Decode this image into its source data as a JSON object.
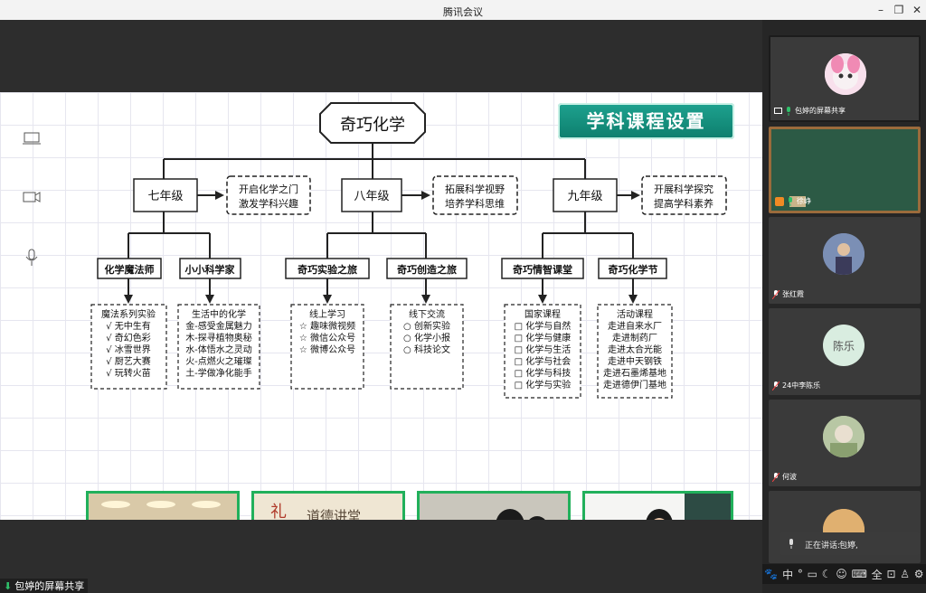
{
  "window": {
    "title": "腾讯会议"
  },
  "slide": {
    "banner": "学科课程设置",
    "root": "奇巧化学",
    "grades": [
      {
        "name": "七年级",
        "goal": [
          "开启化学之门",
          "激发学科兴趣"
        ]
      },
      {
        "name": "八年级",
        "goal": [
          "拓展科学视野",
          "培养学科思维"
        ]
      },
      {
        "name": "九年级",
        "goal": [
          "开展科学探究",
          "提高学科素养"
        ]
      }
    ],
    "courses": [
      {
        "name": "化学魔法师",
        "items": [
          "魔法系列实验",
          "√ 无中生有",
          "√ 奇幻色彩",
          "√ 冰雪世界",
          "√ 厨艺大赛",
          "√ 玩转火苗"
        ]
      },
      {
        "name": "小小科学家",
        "items": [
          "生活中的化学",
          "金-感受金属魅力",
          "木-探寻植物奥秘",
          "水-体悟水之灵动",
          "火-点燃火之璀璨",
          "土-学做净化能手"
        ]
      },
      {
        "name": "奇巧实验之旅",
        "items": [
          "线上学习",
          "☆ 趣味微视频",
          "☆ 微信公众号",
          "☆ 微博公众号"
        ]
      },
      {
        "name": "奇巧创造之旅",
        "items": [
          "线下交流",
          "○ 创新实验",
          "○ 化学小报",
          "○ 科技论文"
        ]
      },
      {
        "name": "奇巧情智课堂",
        "items": [
          "国家课程",
          "□ 化学与自然",
          "□ 化学与健康",
          "□ 化学与生活",
          "□ 化学与社会",
          "□ 化学与科技",
          "□ 化学与实验"
        ]
      },
      {
        "name": "奇巧化学节",
        "items": [
          "活动课程",
          "走进自来水厂",
          "走进制药厂",
          "走进太合光能",
          "走进中天钢铁",
          "走进石墨烯基地",
          "走进德伊门基地"
        ]
      }
    ],
    "photo2_text": {
      "left": "礼",
      "sign": "道德讲堂"
    }
  },
  "participants": [
    {
      "name": "包婷的屏幕共享",
      "type": "share"
    },
    {
      "name": "徐峥",
      "type": "host"
    },
    {
      "name": "张红霞",
      "type": "user"
    },
    {
      "name": "24中李陈乐",
      "avatar_text": "陈乐",
      "type": "user"
    },
    {
      "name": "何波",
      "type": "user"
    },
    {
      "name": "",
      "type": "user"
    }
  ],
  "speaking": {
    "label": "正在讲话:",
    "name": "包婷,"
  },
  "share_label": "包婷的屏幕共享",
  "colors": {
    "accent": "#21b05b",
    "banner": "#1ea28f"
  },
  "icons": [
    "laptop-icon",
    "camera-icon",
    "microphone-icon",
    "minimize-icon",
    "restore-icon",
    "close-icon"
  ]
}
